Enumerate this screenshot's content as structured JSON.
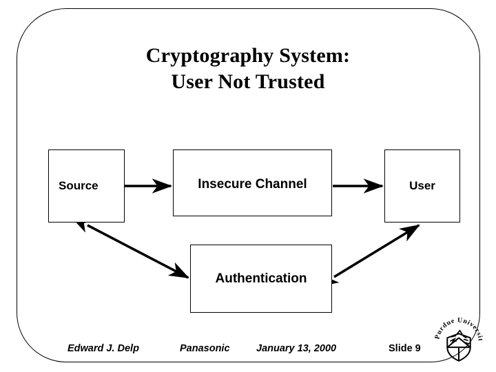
{
  "slide": {
    "title_line_1": "Cryptography System:",
    "title_line_2": "User Not Trusted"
  },
  "diagram": {
    "boxes": [
      {
        "id": "source",
        "label": "Source"
      },
      {
        "id": "channel",
        "label": "Insecure Channel"
      },
      {
        "id": "user",
        "label": "User"
      },
      {
        "id": "auth",
        "label": "Authentication"
      }
    ],
    "connectors": [
      {
        "id": "source-to-channel",
        "from": "source",
        "to": "channel",
        "style": "single-arrow"
      },
      {
        "id": "channel-to-user",
        "from": "channel",
        "to": "user",
        "style": "single-arrow"
      },
      {
        "id": "source-auth",
        "from": "source",
        "to": "auth",
        "style": "double-arrow"
      },
      {
        "id": "auth-user",
        "from": "auth",
        "to": "user",
        "style": "double-arrow"
      }
    ]
  },
  "footer": {
    "author": "Edward J. Delp",
    "organization": "Panasonic",
    "date": "January 13, 2000",
    "slide_number": "Slide 9"
  },
  "logo": {
    "name": "purdue-university-seal",
    "text": "Purdue University"
  },
  "colors": {
    "ink": "#000000",
    "background": "#ffffff"
  }
}
